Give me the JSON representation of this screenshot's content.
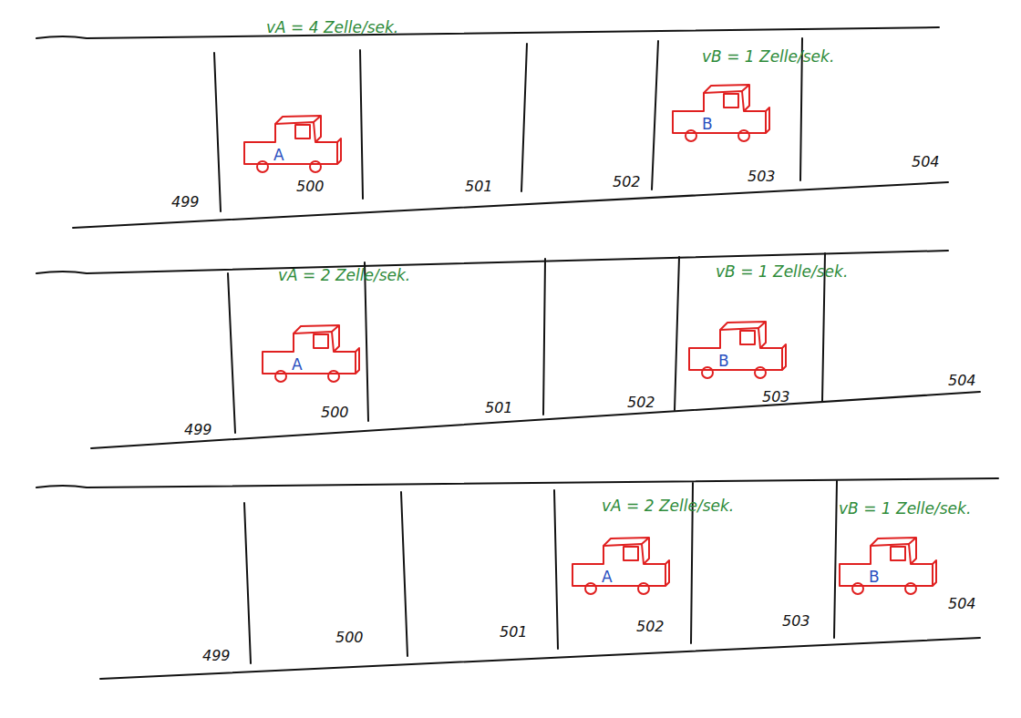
{
  "diagram": {
    "nodes": [
      {
        "text": [
          "A"
        ]
      },
      {
        "text": [
          "B"
        ]
      },
      {
        "text": [
          "A"
        ]
      },
      {
        "text": [
          "B"
        ]
      },
      {
        "text": [
          "A"
        ]
      },
      {
        "text": [
          "B"
        ]
      }
    ],
    "labels": [
      "vA = 4 Zelle/sek.",
      "vB = 1 Zelle/sek.",
      "499",
      "500",
      "501",
      "502",
      "503",
      "504",
      "vA = 2 Zelle/sek.",
      "vB = 1 Zelle/sek.",
      "499",
      "500",
      "501",
      "502",
      "503",
      "504",
      "vA = 2 Zelle/sek.",
      "vB = 1 Zelle/sek.",
      "499",
      "500",
      "501",
      "502",
      "503",
      "504"
    ]
  }
}
